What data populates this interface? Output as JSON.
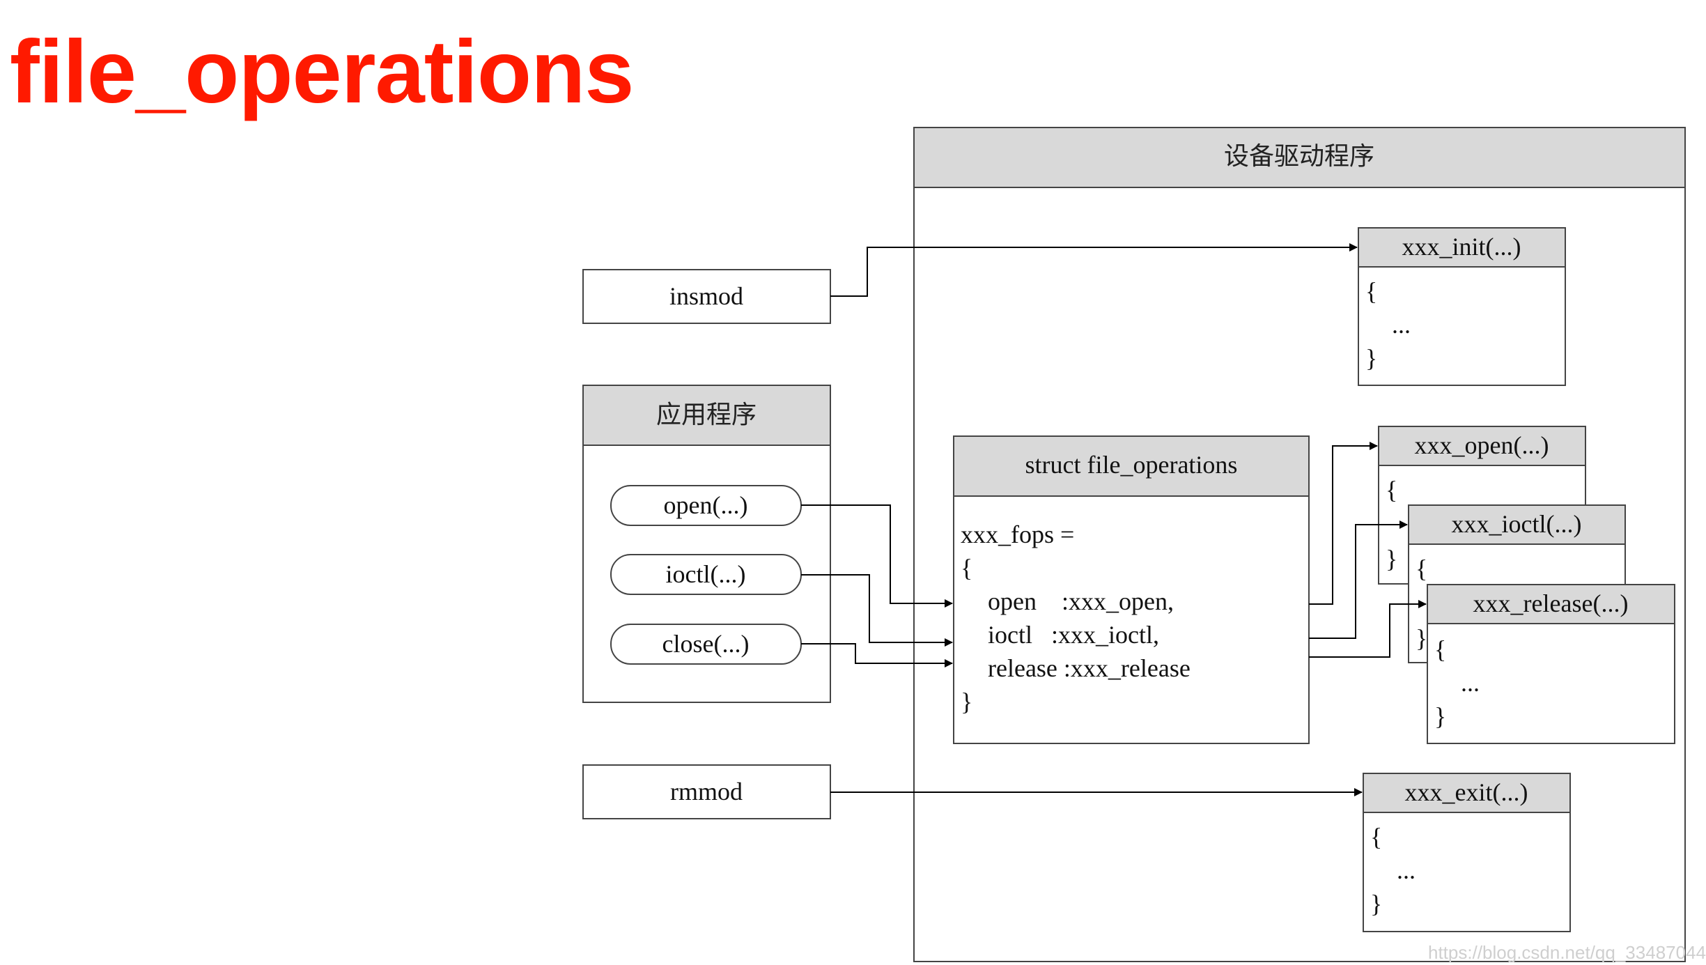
{
  "title": "file_operations",
  "driver_box": {
    "header": "设备驱动程序"
  },
  "app_box": {
    "header": "应用程序",
    "calls": [
      "open(...)",
      "ioctl(...)",
      "close(...)"
    ]
  },
  "commands": {
    "insmod": "insmod",
    "rmmod": "rmmod"
  },
  "fops": {
    "header": "struct file_operations",
    "lines": [
      "xxx_fops =",
      "{",
      "open    :xxx_open,",
      "ioctl   :xxx_ioctl,",
      "release :xxx_release",
      "}"
    ]
  },
  "functions": {
    "init": {
      "name": "xxx_init(...)",
      "body": [
        "{",
        "...",
        "}"
      ]
    },
    "open": {
      "name": "xxx_open(...)",
      "body": [
        "{",
        "}"
      ]
    },
    "ioctl": {
      "name": "xxx_ioctl(...)",
      "body": [
        "{",
        "}"
      ]
    },
    "release": {
      "name": "xxx_release(...)",
      "body": [
        "{",
        "...",
        "}"
      ]
    },
    "exit": {
      "name": "xxx_exit(...)",
      "body": [
        "{",
        "...",
        "}"
      ]
    }
  },
  "watermark": "https://blog.csdn.net/qq_33487044"
}
